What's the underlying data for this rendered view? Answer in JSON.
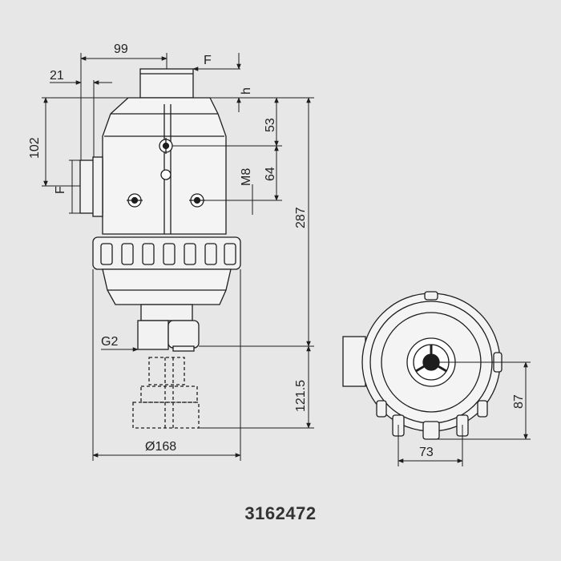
{
  "drawing": {
    "dimensions": {
      "d99": "99",
      "d21": "21",
      "dF_top": "F",
      "dh": "h",
      "d102": "102",
      "dF_side": "F",
      "d53": "53",
      "dM8": "M8",
      "d64": "64",
      "d287": "287",
      "dG2": "G2",
      "d121_5": "121.5",
      "dDia168": "Ø168",
      "d73": "73",
      "d87": "87"
    },
    "product_code": "3162472",
    "colors": {
      "background": "#e7e7e7",
      "line": "#1e1e1e",
      "text": "#222222"
    }
  }
}
